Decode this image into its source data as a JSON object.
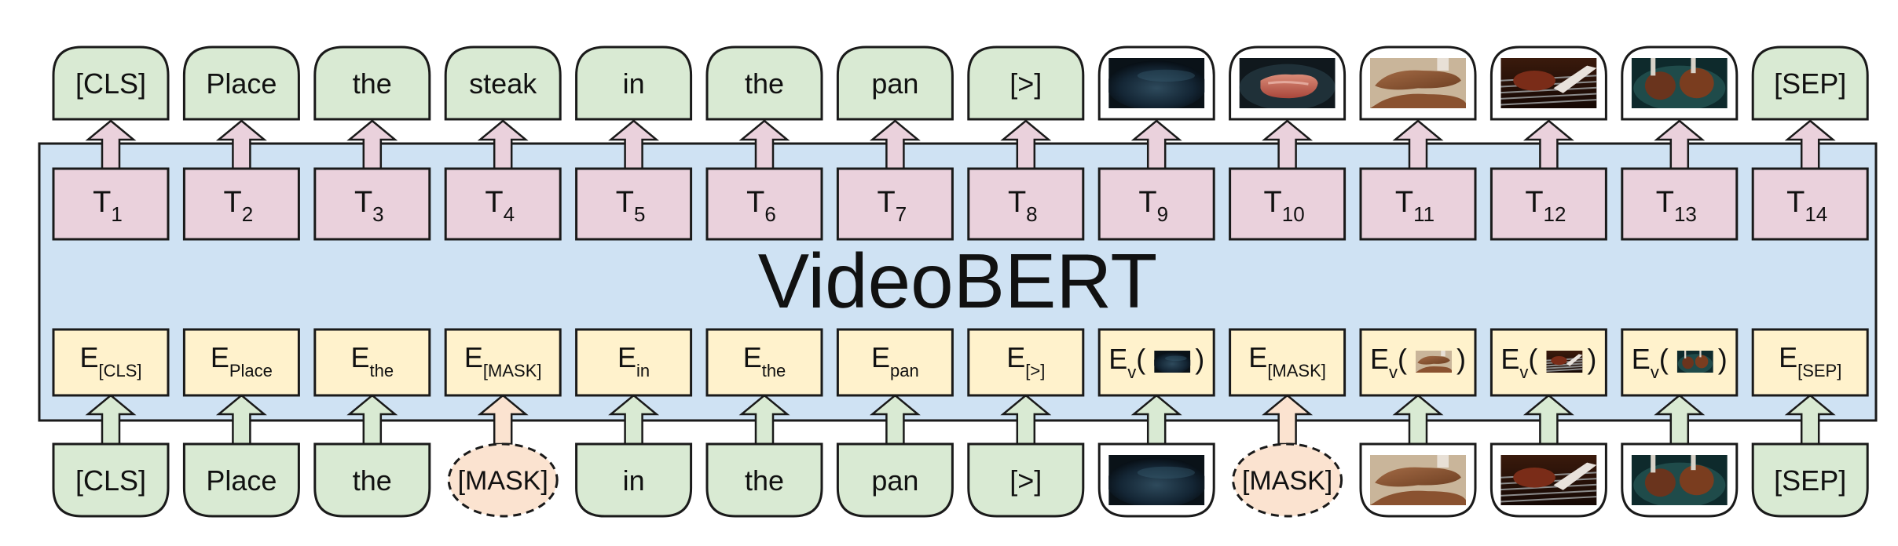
{
  "model": {
    "title": "VideoBERT"
  },
  "colors": {
    "token_fill": "#d9ead3",
    "mask_fill": "#fbe3d0",
    "t_fill": "#ead1dc",
    "e_fill": "#fff2cc",
    "bert_fill": "#cfe2f3",
    "stroke": "#1a1a1a"
  },
  "columns": [
    {
      "output": {
        "kind": "text",
        "text": "[CLS]"
      },
      "t_sub": "1",
      "e_kind": "text",
      "e_sub": "[CLS]",
      "input": {
        "kind": "text",
        "text": "[CLS]"
      }
    },
    {
      "output": {
        "kind": "text",
        "text": "Place"
      },
      "t_sub": "2",
      "e_kind": "text",
      "e_sub": "Place",
      "input": {
        "kind": "text",
        "text": "Place"
      }
    },
    {
      "output": {
        "kind": "text",
        "text": "the"
      },
      "t_sub": "3",
      "e_kind": "text",
      "e_sub": "the",
      "input": {
        "kind": "text",
        "text": "the"
      }
    },
    {
      "output": {
        "kind": "text",
        "text": "steak"
      },
      "t_sub": "4",
      "e_kind": "text",
      "e_sub": "[MASK]",
      "input": {
        "kind": "mask",
        "text": "[MASK]"
      }
    },
    {
      "output": {
        "kind": "text",
        "text": "in"
      },
      "t_sub": "5",
      "e_kind": "text",
      "e_sub": "in",
      "input": {
        "kind": "text",
        "text": "in"
      }
    },
    {
      "output": {
        "kind": "text",
        "text": "the"
      },
      "t_sub": "6",
      "e_kind": "text",
      "e_sub": "the",
      "input": {
        "kind": "text",
        "text": "the"
      }
    },
    {
      "output": {
        "kind": "text",
        "text": "pan"
      },
      "t_sub": "7",
      "e_kind": "text",
      "e_sub": "pan",
      "input": {
        "kind": "text",
        "text": "pan"
      }
    },
    {
      "output": {
        "kind": "text",
        "text": "[>]"
      },
      "t_sub": "8",
      "e_kind": "text",
      "e_sub": "[>]",
      "input": {
        "kind": "text",
        "text": "[>]"
      }
    },
    {
      "output": {
        "kind": "image",
        "image": "empty-pan"
      },
      "t_sub": "9",
      "e_kind": "video",
      "e_sub": "v",
      "e_image": "empty-pan",
      "input": {
        "kind": "image",
        "image": "empty-pan"
      }
    },
    {
      "output": {
        "kind": "image",
        "image": "steak-in-pan"
      },
      "t_sub": "10",
      "e_kind": "text",
      "e_sub": "[MASK]",
      "input": {
        "kind": "mask",
        "text": "[MASK]"
      }
    },
    {
      "output": {
        "kind": "image",
        "image": "steaks-seasoned"
      },
      "t_sub": "11",
      "e_kind": "video",
      "e_sub": "v",
      "e_image": "steaks-seasoned",
      "input": {
        "kind": "image",
        "image": "steaks-seasoned"
      }
    },
    {
      "output": {
        "kind": "image",
        "image": "steak-on-grill"
      },
      "t_sub": "12",
      "e_kind": "video",
      "e_sub": "v",
      "e_image": "steak-on-grill",
      "input": {
        "kind": "image",
        "image": "steak-on-grill"
      }
    },
    {
      "output": {
        "kind": "image",
        "image": "steaks-cooking"
      },
      "t_sub": "13",
      "e_kind": "video",
      "e_sub": "v",
      "e_image": "steaks-cooking",
      "input": {
        "kind": "image",
        "image": "steaks-cooking"
      }
    },
    {
      "output": {
        "kind": "text",
        "text": "[SEP]"
      },
      "t_sub": "14",
      "e_kind": "text",
      "e_sub": "[SEP]",
      "input": {
        "kind": "text",
        "text": "[SEP]"
      }
    }
  ]
}
